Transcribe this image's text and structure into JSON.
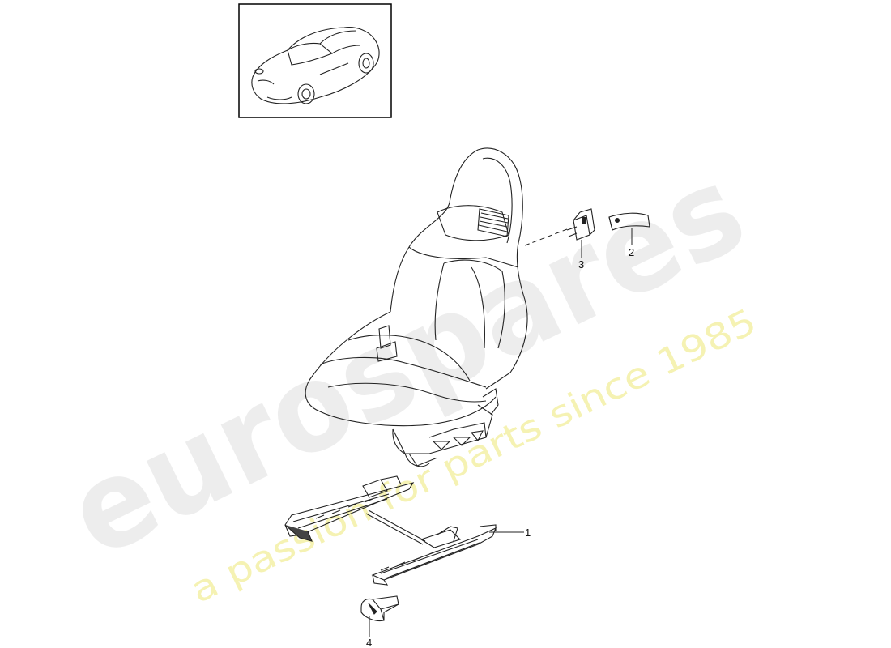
{
  "watermark": {
    "brand": "eurospares",
    "tagline": "a passion for parts since 1985",
    "brand_color": "#d9d9d9",
    "tagline_color": "#f2ee9a"
  },
  "callouts": [
    {
      "number": "1",
      "part": "seat-rail"
    },
    {
      "number": "2",
      "part": "trim-cap"
    },
    {
      "number": "3",
      "part": "headrest-guide"
    },
    {
      "number": "4",
      "part": "rail-cover"
    }
  ],
  "overview_box": {
    "depicts": "car-convertible",
    "border_color": "#000000"
  },
  "line_color": "#222222"
}
